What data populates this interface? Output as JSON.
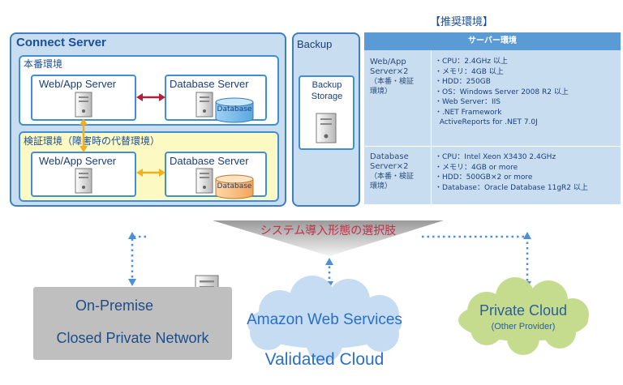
{
  "spec": {
    "title": "【推奨環境】",
    "header": "サーバー環境",
    "web_label": [
      "Web/App",
      "Server×2",
      "（本番・検証",
      "環境）"
    ],
    "web_specs": [
      "・CPU：2.4GHz 以上",
      "・メモリ：4GB 以上",
      "・HDD：250GB",
      "・OS：Windows Server 2008 R2  以上",
      "・Web Server：IIS",
      "・.NET Framework",
      "  ActiveReports for .NET 7.0J"
    ],
    "db_label": [
      "Database",
      "Server×2",
      "（本番・検証",
      "環境）"
    ],
    "db_specs": [
      "・CPU：Intel Xeon X3430 2.4GHz",
      "・メモリ：4GB or more",
      "・HDD：500GB×2 or more",
      "・Database：Oracle Database 11gR2  以上"
    ]
  },
  "connect": {
    "title": "Connect Server",
    "prod_title": "本番環境",
    "test_title": "検証環境（障害時の代替環境）",
    "web_server": "Web/App Server",
    "db_server": "Database Server",
    "db_label": "Database"
  },
  "backup": {
    "title": "Backup",
    "storage": [
      "Backup",
      "Storage"
    ]
  },
  "choices": {
    "title": "システム導入形態の選択肢",
    "onprem": [
      "On-Premise",
      "Closed Private Network"
    ],
    "aws": "Amazon Web Services",
    "validated": "Validated Cloud",
    "private_cloud": "Private Cloud",
    "private_cloud_sub": "(Other Provider)"
  },
  "colors": {
    "accent_blue": "#3f7fc0",
    "prod_arrow": "#b0203a",
    "test_arrow": "#f0b020",
    "cloud_blue": "#c6dcf2",
    "cloud_green": "#c5dc8e"
  }
}
